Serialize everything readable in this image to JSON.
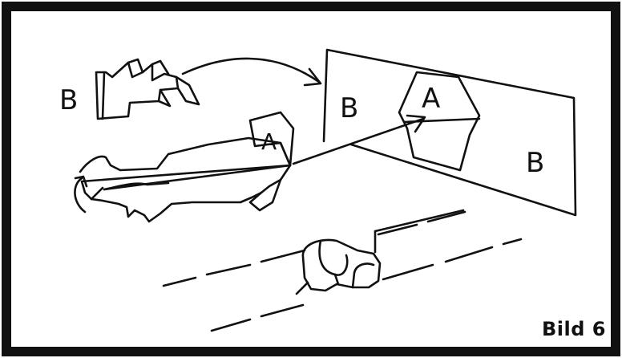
{
  "caption": "Bild 6",
  "labels": {
    "source_piece_b": "B",
    "source_piece_a": "A",
    "plane_left_b": "B",
    "plane_center_a": "A",
    "plane_right_b": "B"
  },
  "colors": {
    "ink": "#111111",
    "paper": "#ffffff"
  }
}
